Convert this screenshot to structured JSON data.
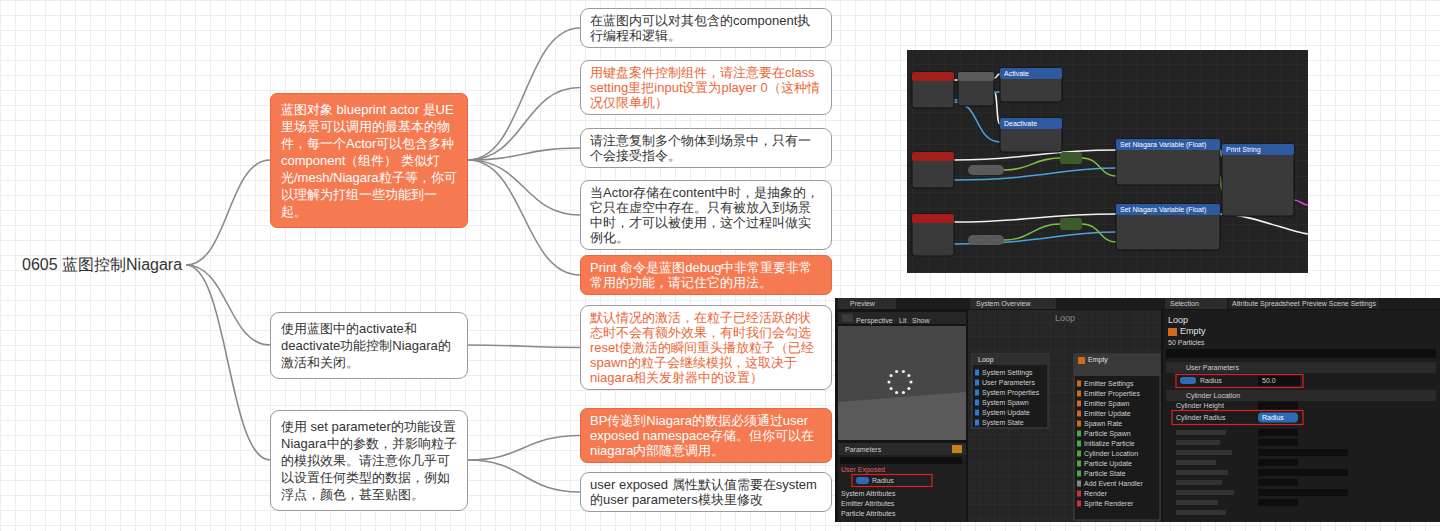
{
  "diagram": {
    "nodes": [
      {
        "text": [
          "0605 蓝图控制Niagara"
        ]
      },
      {
        "text": [
          "蓝图对象 blueprint actor 是UE里场景可以调用的最基本的物件，每一个Actor可以包含多种component（组件） 类似灯光/mesh/Niagara粒子等，你可以理解为打组一些功能到一起。"
        ]
      },
      {
        "text": [
          "在蓝图内可以对其包含的component执行编程和逻辑。"
        ]
      },
      {
        "text": [
          "用键盘案件控制组件，请注意要在class setting里把input设置为player 0（这种情况仅限单机）"
        ]
      },
      {
        "text": [
          "请注意复制多个物体到场景中，只有一个会接受指令。"
        ]
      },
      {
        "text": [
          "当Actor存储在content中时，是抽象的，它只在虚空中存在。只有被放入到场景中时，才可以被使用，这个过程叫做实例化。"
        ]
      },
      {
        "text": [
          "Print 命令是蓝图debug中非常重要非常常用的功能，请记住它的用法。"
        ]
      },
      {
        "text": [
          "使用蓝图中的activate和deactivate功能控制Niagara的激活和关闭。"
        ]
      },
      {
        "text": [
          "默认情况的激活，在粒子已经活跃的状态时不会有额外效果，有时我们会勾选reset使激活的瞬间重头播放粒子（已经spawn的粒子会继续模拟，这取决于niagara相关发射器中的设置）"
        ]
      },
      {
        "text": [
          "使用 set parameter的功能设置Niagara中的参数，并影响粒子的模拟效果。请注意你几乎可以设置任何类型的数据，例如浮点，颜色，甚至贴图。"
        ]
      },
      {
        "text": [
          "BP传递到Niagara的数据必须通过user exposed namespace存储。但你可以在niagara内部随意调用。"
        ]
      },
      {
        "text": [
          "user exposed 属性默认值需要在system的user parameters模块里修改"
        ]
      }
    ],
    "edges": [
      {
        "from": 0,
        "to": 1,
        "arrow": "none"
      },
      {
        "from": 0,
        "to": 7,
        "arrow": "none"
      },
      {
        "from": 0,
        "to": 9,
        "arrow": "none"
      },
      {
        "from": 1,
        "to": 2,
        "arrow": "none"
      },
      {
        "from": 1,
        "to": 3,
        "arrow": "none"
      },
      {
        "from": 1,
        "to": 4,
        "arrow": "none"
      },
      {
        "from": 1,
        "to": 5,
        "arrow": "none"
      },
      {
        "from": 1,
        "to": 6,
        "arrow": "none"
      },
      {
        "from": 7,
        "to": 8,
        "arrow": "none"
      },
      {
        "from": 9,
        "to": 10,
        "arrow": "none"
      },
      {
        "from": 9,
        "to": 11,
        "arrow": "none"
      }
    ],
    "labels": [
      "Activate",
      "Deactivate",
      "Set Niagara Variable (Float)",
      "Print String",
      "Set Niagara Variable (Float)",
      "Preview",
      "System Overview",
      "Selection",
      "Attribute Spreadsheet",
      "Preview Scene Settings",
      "Perspective",
      "Lit",
      "Show",
      "Loop",
      "Loop",
      "Empty",
      "50 Particles",
      "User Parameters",
      "Radius",
      "50.0",
      "Cylinder Location",
      "Cylinder Height",
      "Cylinder Radius",
      "Radius",
      "Parameters",
      "User Exposed",
      "Radius",
      "System Attributes",
      "Emitter Attributes",
      "Particle Attributes",
      "Loop",
      "System Settings",
      "User Parameters",
      "System Properties",
      "System Spawn",
      "System Update",
      "System State",
      "Empty",
      "Emitter Settings",
      "Emitter Properties",
      "Emitter Spawn",
      "Emitter Update",
      "Spawn Rate",
      "Particle Spawn",
      "Initialize Particle",
      "Cylinder Location",
      "Particle Update",
      "Particle State",
      "Add Event Handler",
      "Render",
      "Sprite Renderer"
    ]
  }
}
